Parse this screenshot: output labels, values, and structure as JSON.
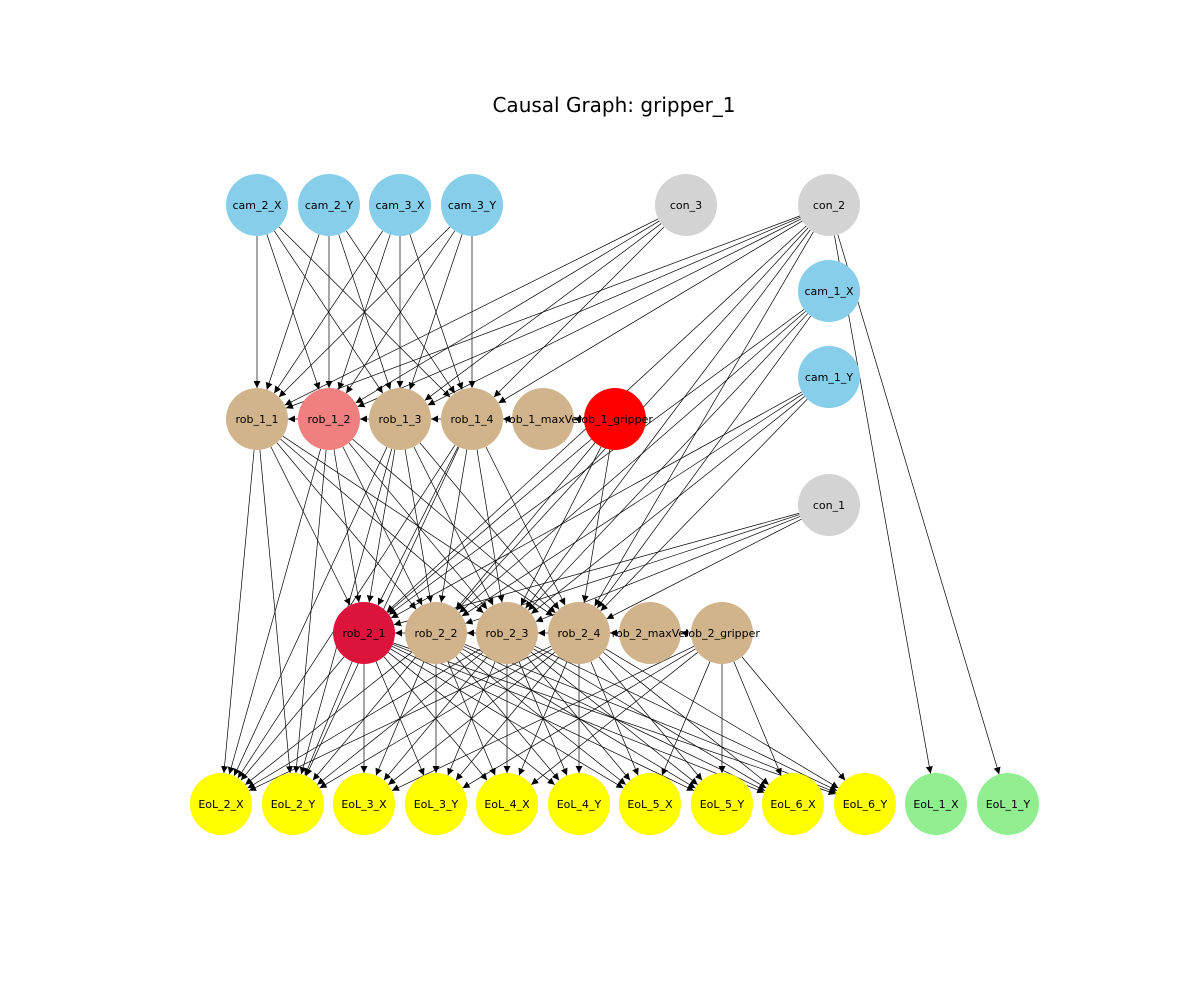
{
  "title": "Causal Graph: gripper_1",
  "colors": {
    "camera": "#87ceeb",
    "controller": "#d3d3d3",
    "robot": "#d2b48c",
    "robot_highlight_light": "#f08080",
    "gripper_target": "#ff0000",
    "robot_highlight_dark": "#dc143c",
    "eol_measured": "#ffff00",
    "eol_other": "#90ee90",
    "edge": "#000000"
  },
  "nodes": [
    {
      "id": "cam_2_X",
      "label": "cam_2_X",
      "group": "camera"
    },
    {
      "id": "cam_2_Y",
      "label": "cam_2_Y",
      "group": "camera"
    },
    {
      "id": "cam_3_X",
      "label": "cam_3_X",
      "group": "camera"
    },
    {
      "id": "cam_3_Y",
      "label": "cam_3_Y",
      "group": "camera"
    },
    {
      "id": "con_3",
      "label": "con_3",
      "group": "controller"
    },
    {
      "id": "con_2",
      "label": "con_2",
      "group": "controller"
    },
    {
      "id": "cam_1_X",
      "label": "cam_1_X",
      "group": "camera"
    },
    {
      "id": "cam_1_Y",
      "label": "cam_1_Y",
      "group": "camera"
    },
    {
      "id": "con_1",
      "label": "con_1",
      "group": "controller"
    },
    {
      "id": "rob_1_1",
      "label": "rob_1_1",
      "group": "robot"
    },
    {
      "id": "rob_1_2",
      "label": "rob_1_2",
      "group": "robot_highlight_light"
    },
    {
      "id": "rob_1_3",
      "label": "rob_1_3",
      "group": "robot"
    },
    {
      "id": "rob_1_4",
      "label": "rob_1_4",
      "group": "robot"
    },
    {
      "id": "rob_1_maxVel",
      "label": "rob_1_maxVel",
      "group": "robot"
    },
    {
      "id": "rob_1_gripper",
      "label": "rob_1_gripper",
      "group": "gripper_target"
    },
    {
      "id": "rob_2_1",
      "label": "rob_2_1",
      "group": "robot_highlight_dark"
    },
    {
      "id": "rob_2_2",
      "label": "rob_2_2",
      "group": "robot"
    },
    {
      "id": "rob_2_3",
      "label": "rob_2_3",
      "group": "robot"
    },
    {
      "id": "rob_2_4",
      "label": "rob_2_4",
      "group": "robot"
    },
    {
      "id": "rob_2_maxVel",
      "label": "rob_2_maxVel",
      "group": "robot"
    },
    {
      "id": "rob_2_gripper",
      "label": "rob_2_gripper",
      "group": "robot"
    },
    {
      "id": "EoL_2_X",
      "label": "EoL_2_X",
      "group": "eol_measured"
    },
    {
      "id": "EoL_2_Y",
      "label": "EoL_2_Y",
      "group": "eol_measured"
    },
    {
      "id": "EoL_3_X",
      "label": "EoL_3_X",
      "group": "eol_measured"
    },
    {
      "id": "EoL_3_Y",
      "label": "EoL_3_Y",
      "group": "eol_measured"
    },
    {
      "id": "EoL_4_X",
      "label": "EoL_4_X",
      "group": "eol_measured"
    },
    {
      "id": "EoL_4_Y",
      "label": "EoL_4_Y",
      "group": "eol_measured"
    },
    {
      "id": "EoL_5_X",
      "label": "EoL_5_X",
      "group": "eol_measured"
    },
    {
      "id": "EoL_5_Y",
      "label": "EoL_5_Y",
      "group": "eol_measured"
    },
    {
      "id": "EoL_6_X",
      "label": "EoL_6_X",
      "group": "eol_measured"
    },
    {
      "id": "EoL_6_Y",
      "label": "EoL_6_Y",
      "group": "eol_measured"
    },
    {
      "id": "EoL_1_X",
      "label": "EoL_1_X",
      "group": "eol_other"
    },
    {
      "id": "EoL_1_Y",
      "label": "EoL_1_Y",
      "group": "eol_other"
    }
  ],
  "edges": [
    [
      "cam_2_X",
      "rob_1_1"
    ],
    [
      "cam_2_X",
      "rob_1_2"
    ],
    [
      "cam_2_X",
      "rob_1_3"
    ],
    [
      "cam_2_X",
      "rob_1_4"
    ],
    [
      "cam_2_Y",
      "rob_1_1"
    ],
    [
      "cam_2_Y",
      "rob_1_2"
    ],
    [
      "cam_2_Y",
      "rob_1_3"
    ],
    [
      "cam_2_Y",
      "rob_1_4"
    ],
    [
      "cam_3_X",
      "rob_1_1"
    ],
    [
      "cam_3_X",
      "rob_1_2"
    ],
    [
      "cam_3_X",
      "rob_1_3"
    ],
    [
      "cam_3_X",
      "rob_1_4"
    ],
    [
      "cam_3_Y",
      "rob_1_1"
    ],
    [
      "cam_3_Y",
      "rob_1_2"
    ],
    [
      "cam_3_Y",
      "rob_1_3"
    ],
    [
      "cam_3_Y",
      "rob_1_4"
    ],
    [
      "con_3",
      "rob_1_1"
    ],
    [
      "con_3",
      "rob_1_2"
    ],
    [
      "con_3",
      "rob_1_3"
    ],
    [
      "con_3",
      "rob_1_4"
    ],
    [
      "con_2",
      "rob_1_1"
    ],
    [
      "con_2",
      "rob_1_2"
    ],
    [
      "con_2",
      "rob_1_3"
    ],
    [
      "con_2",
      "rob_1_4"
    ],
    [
      "con_2",
      "rob_2_1"
    ],
    [
      "con_2",
      "rob_2_2"
    ],
    [
      "con_2",
      "rob_2_3"
    ],
    [
      "con_2",
      "rob_2_4"
    ],
    [
      "con_2",
      "EoL_1_X"
    ],
    [
      "con_2",
      "EoL_1_Y"
    ],
    [
      "cam_1_X",
      "rob_2_1"
    ],
    [
      "cam_1_X",
      "rob_2_2"
    ],
    [
      "cam_1_X",
      "rob_2_3"
    ],
    [
      "cam_1_X",
      "rob_2_4"
    ],
    [
      "cam_1_Y",
      "rob_2_1"
    ],
    [
      "cam_1_Y",
      "rob_2_2"
    ],
    [
      "cam_1_Y",
      "rob_2_3"
    ],
    [
      "cam_1_Y",
      "rob_2_4"
    ],
    [
      "con_1",
      "rob_2_1"
    ],
    [
      "con_1",
      "rob_2_2"
    ],
    [
      "con_1",
      "rob_2_3"
    ],
    [
      "con_1",
      "rob_2_4"
    ],
    [
      "rob_1_2",
      "rob_1_1"
    ],
    [
      "rob_1_3",
      "rob_1_2"
    ],
    [
      "rob_1_4",
      "rob_1_3"
    ],
    [
      "rob_1_maxVel",
      "rob_1_4"
    ],
    [
      "rob_1_gripper",
      "rob_1_maxVel"
    ],
    [
      "rob_1_1",
      "rob_2_1"
    ],
    [
      "rob_1_1",
      "rob_2_2"
    ],
    [
      "rob_1_1",
      "rob_2_3"
    ],
    [
      "rob_1_1",
      "rob_2_4"
    ],
    [
      "rob_1_2",
      "rob_2_1"
    ],
    [
      "rob_1_2",
      "rob_2_2"
    ],
    [
      "rob_1_2",
      "rob_2_3"
    ],
    [
      "rob_1_2",
      "rob_2_4"
    ],
    [
      "rob_1_3",
      "rob_2_1"
    ],
    [
      "rob_1_3",
      "rob_2_2"
    ],
    [
      "rob_1_3",
      "rob_2_3"
    ],
    [
      "rob_1_3",
      "rob_2_4"
    ],
    [
      "rob_1_4",
      "rob_2_1"
    ],
    [
      "rob_1_4",
      "rob_2_2"
    ],
    [
      "rob_1_4",
      "rob_2_3"
    ],
    [
      "rob_1_4",
      "rob_2_4"
    ],
    [
      "rob_1_gripper",
      "rob_2_1"
    ],
    [
      "rob_1_gripper",
      "rob_2_2"
    ],
    [
      "rob_1_gripper",
      "rob_2_3"
    ],
    [
      "rob_1_gripper",
      "rob_2_4"
    ],
    [
      "rob_1_1",
      "EoL_2_X"
    ],
    [
      "rob_1_1",
      "EoL_2_Y"
    ],
    [
      "rob_1_2",
      "EoL_2_X"
    ],
    [
      "rob_1_2",
      "EoL_2_Y"
    ],
    [
      "rob_1_3",
      "EoL_2_X"
    ],
    [
      "rob_1_3",
      "EoL_2_Y"
    ],
    [
      "rob_1_4",
      "EoL_2_X"
    ],
    [
      "rob_1_4",
      "EoL_2_Y"
    ],
    [
      "rob_2_2",
      "rob_2_1"
    ],
    [
      "rob_2_3",
      "rob_2_2"
    ],
    [
      "rob_2_4",
      "rob_2_3"
    ],
    [
      "rob_2_maxVel",
      "rob_2_4"
    ],
    [
      "rob_2_gripper",
      "rob_2_maxVel"
    ],
    [
      "rob_2_1",
      "EoL_2_X"
    ],
    [
      "rob_2_1",
      "EoL_2_Y"
    ],
    [
      "rob_2_1",
      "EoL_3_X"
    ],
    [
      "rob_2_1",
      "EoL_3_Y"
    ],
    [
      "rob_2_1",
      "EoL_4_X"
    ],
    [
      "rob_2_1",
      "EoL_4_Y"
    ],
    [
      "rob_2_1",
      "EoL_5_X"
    ],
    [
      "rob_2_1",
      "EoL_5_Y"
    ],
    [
      "rob_2_1",
      "EoL_6_X"
    ],
    [
      "rob_2_1",
      "EoL_6_Y"
    ],
    [
      "rob_2_2",
      "EoL_2_X"
    ],
    [
      "rob_2_2",
      "EoL_2_Y"
    ],
    [
      "rob_2_2",
      "EoL_3_X"
    ],
    [
      "rob_2_2",
      "EoL_3_Y"
    ],
    [
      "rob_2_2",
      "EoL_4_X"
    ],
    [
      "rob_2_2",
      "EoL_4_Y"
    ],
    [
      "rob_2_2",
      "EoL_5_X"
    ],
    [
      "rob_2_2",
      "EoL_5_Y"
    ],
    [
      "rob_2_2",
      "EoL_6_X"
    ],
    [
      "rob_2_2",
      "EoL_6_Y"
    ],
    [
      "rob_2_3",
      "EoL_2_X"
    ],
    [
      "rob_2_3",
      "EoL_2_Y"
    ],
    [
      "rob_2_3",
      "EoL_3_X"
    ],
    [
      "rob_2_3",
      "EoL_3_Y"
    ],
    [
      "rob_2_3",
      "EoL_4_X"
    ],
    [
      "rob_2_3",
      "EoL_4_Y"
    ],
    [
      "rob_2_3",
      "EoL_5_X"
    ],
    [
      "rob_2_3",
      "EoL_5_Y"
    ],
    [
      "rob_2_3",
      "EoL_6_X"
    ],
    [
      "rob_2_3",
      "EoL_6_Y"
    ],
    [
      "rob_2_4",
      "EoL_2_X"
    ],
    [
      "rob_2_4",
      "EoL_2_Y"
    ],
    [
      "rob_2_4",
      "EoL_3_X"
    ],
    [
      "rob_2_4",
      "EoL_3_Y"
    ],
    [
      "rob_2_4",
      "EoL_4_X"
    ],
    [
      "rob_2_4",
      "EoL_4_Y"
    ],
    [
      "rob_2_4",
      "EoL_5_X"
    ],
    [
      "rob_2_4",
      "EoL_5_Y"
    ],
    [
      "rob_2_4",
      "EoL_6_X"
    ],
    [
      "rob_2_4",
      "EoL_6_Y"
    ],
    [
      "rob_2_gripper",
      "EoL_3_X"
    ],
    [
      "rob_2_gripper",
      "EoL_3_Y"
    ],
    [
      "rob_2_gripper",
      "EoL_4_X"
    ],
    [
      "rob_2_gripper",
      "EoL_5_X"
    ],
    [
      "rob_2_gripper",
      "EoL_5_Y"
    ],
    [
      "rob_2_gripper",
      "EoL_6_X"
    ],
    [
      "rob_2_gripper",
      "EoL_6_Y"
    ]
  ]
}
